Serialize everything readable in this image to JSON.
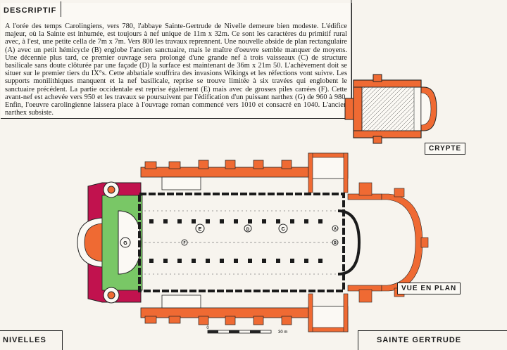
{
  "description": {
    "heading": "DESCRIPTIF",
    "text": "A l'orée des temps Carolingiens, vers 780, l'abbaye Sainte-Gertrude de Nivelle demeure bien modeste. L'édifice majeur, où la Sainte est inhumée, est toujours à nef unique de 11m x 32m. Ce sont les caractères du primitif rural avec, à l'est, une petite cella de 7m x 7m. Vers 800 les travaux reprennent. Une nouvelle abside de plan rectangulaire (A) avec un petit hémicycle (B) englobe l'ancien sanctuaire, mais le maître d'oeuvre semble manquer de moyens. Une décennie plus tard, ce premier ouvrage sera prolongé d'une grande nef à trois vaisseaux (C) de structure basilicale sans doute clôturée par une façade (D) la surface est maintenant de 36m x 21m 50. L'achèvement doit se situer sur le premier tiers du IX°s. Cette abbatiale souffrira des invasions Wikings et les réfections vont suivre. Les supports monilithiques manquent et la nef basilicale, reprise se trouve limitée à six travées qui englobent le sanctuaire précédent. La partie occidentale est reprise également (E) mais avec de grosses piles carrées (F). Cette avant-nef est achevée vers 950 et les travaux se poursuivent par l'édification d'un puissant narthex (G) de 960 à 980. Enfin, l'oeuvre carolingienne laissera place à l'ouvrage roman commencé vers 1010 et consacré en 1040. L'ancien narthex subsiste."
  },
  "labels": {
    "crypte": "CRYPTE",
    "plan": "VUE EN PLAN",
    "city": "NIVELLES",
    "title": "SAINTE GERTRUDE"
  },
  "plan_letters": {
    "a": "A",
    "b": "B",
    "c": "C",
    "d": "D",
    "e": "E",
    "f": "F",
    "g": "G"
  },
  "scale": {
    "start": "0",
    "end": "30 m"
  },
  "colors": {
    "narthex": "#c1124e",
    "green": "#79c766",
    "orange": "#ef6a33",
    "wall": "#1b1b1b",
    "paper": "#fbf9f4"
  }
}
